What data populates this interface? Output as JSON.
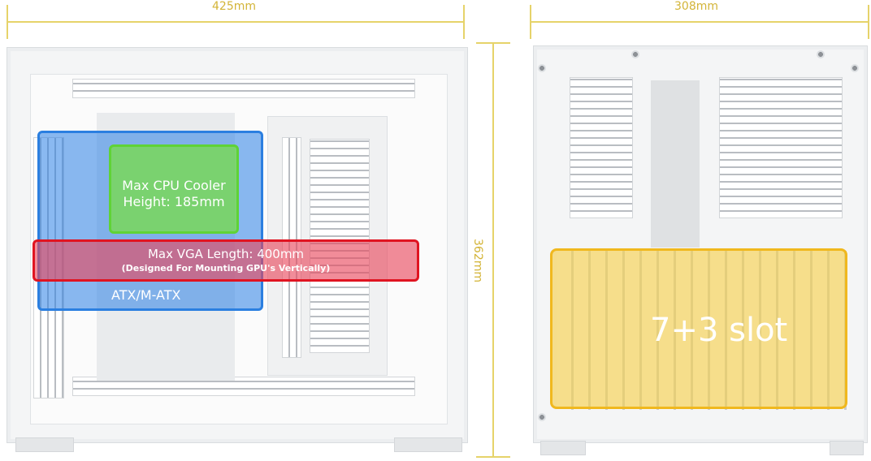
{
  "colors": {
    "dimension": "#e6d36a",
    "dimension_text": "#d3b437",
    "blue": "#2b7fe0",
    "green": "#5fd336",
    "red": "#e01421",
    "yellow": "#f0b81e"
  },
  "dimensions": {
    "width_left": "425mm",
    "width_right": "308mm",
    "height": "362mm"
  },
  "overlays": {
    "motherboard": "ATX/M-ATX",
    "cpu_cooler_line1": "Max CPU Cooler",
    "cpu_cooler_line2": "Height: 185mm",
    "vga_line1": "Max VGA Length: 400mm",
    "vga_line2": "(Designed For Mounting GPU's Vertically)",
    "slots": "7+3 slot"
  }
}
